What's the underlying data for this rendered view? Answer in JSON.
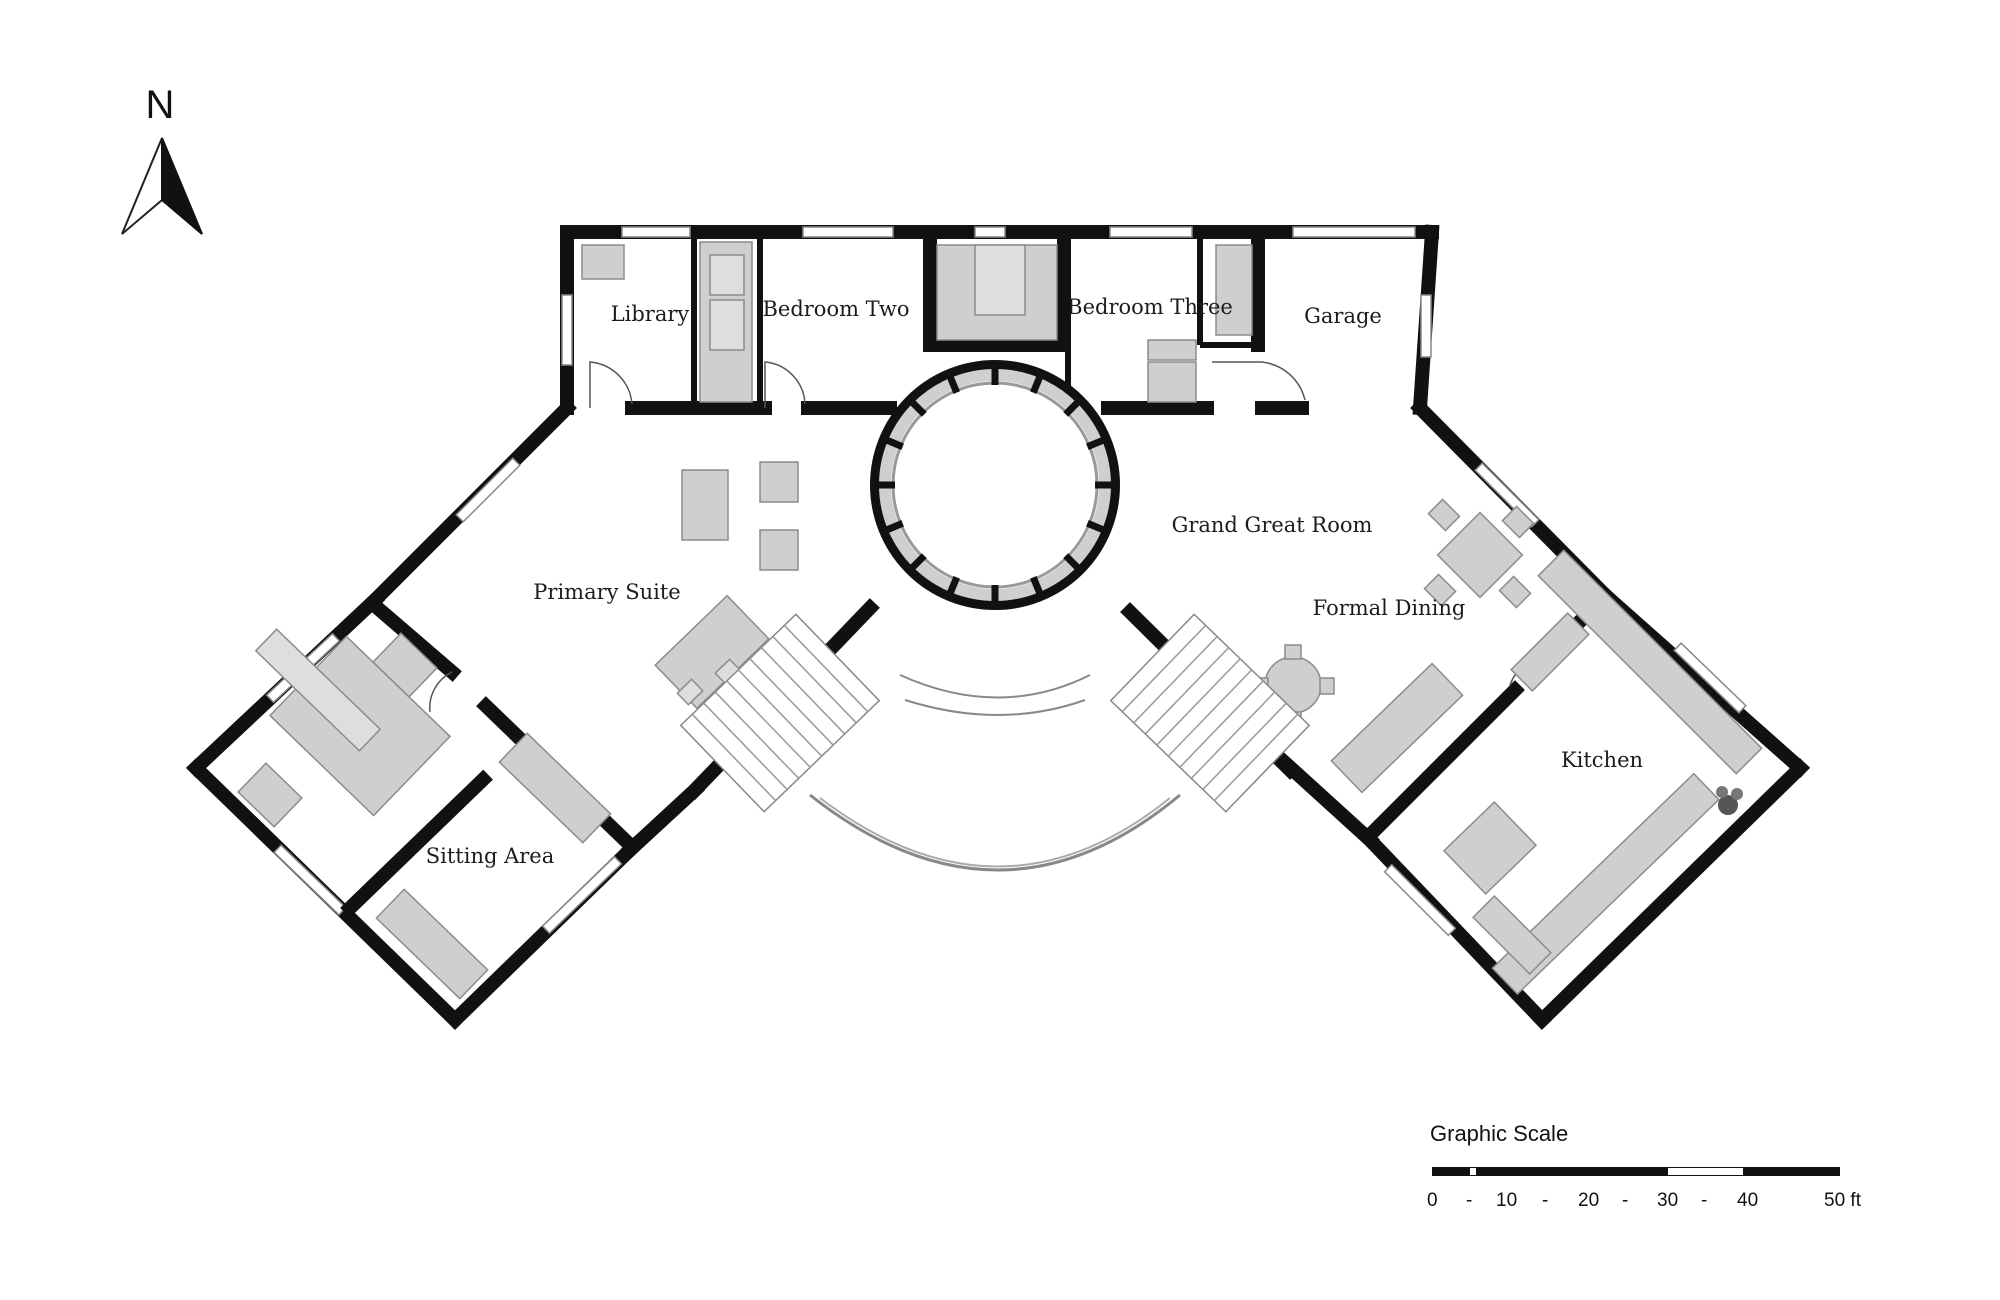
{
  "compass": {
    "label": "N"
  },
  "rooms": {
    "library": "Library",
    "bedroom_two": "Bedroom Two",
    "bedroom_three": "Bedroom Three",
    "garage": "Garage",
    "primary_suite": "Primary Suite",
    "grand_great_room": "Grand Great Room",
    "formal_dining": "Formal Dining",
    "kitchen": "Kitchen",
    "sitting_area": "Sitting Area"
  },
  "scale": {
    "title": "Graphic Scale",
    "ticks": [
      "0",
      "-",
      "10",
      "-",
      "20",
      "-",
      "30",
      "-",
      "40",
      "50 ft"
    ]
  },
  "colors": {
    "wall": "#111111",
    "furniture": "#cfcfcf",
    "background": "#ffffff"
  }
}
